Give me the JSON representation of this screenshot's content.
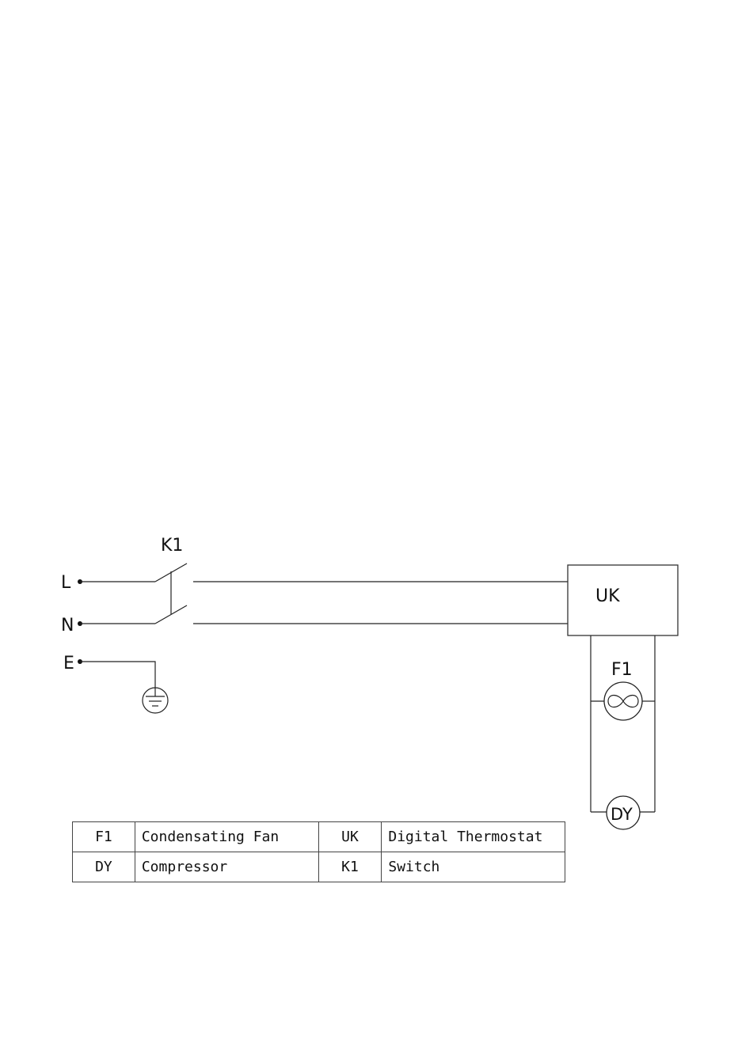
{
  "terminals": {
    "L": "L",
    "N": "N",
    "E": "E"
  },
  "components": {
    "switch": {
      "label": "K1"
    },
    "thermostat": {
      "label": "UK"
    },
    "fan": {
      "label": "F1"
    },
    "compressor": {
      "label": "DY"
    }
  },
  "legend": {
    "rows": [
      [
        {
          "code": "F1",
          "desc": "Condensating Fan"
        },
        {
          "code": "UK",
          "desc": "Digital Thermostat"
        }
      ],
      [
        {
          "code": "DY",
          "desc": "Compressor"
        },
        {
          "code": "K1",
          "desc": "Switch"
        }
      ]
    ]
  }
}
